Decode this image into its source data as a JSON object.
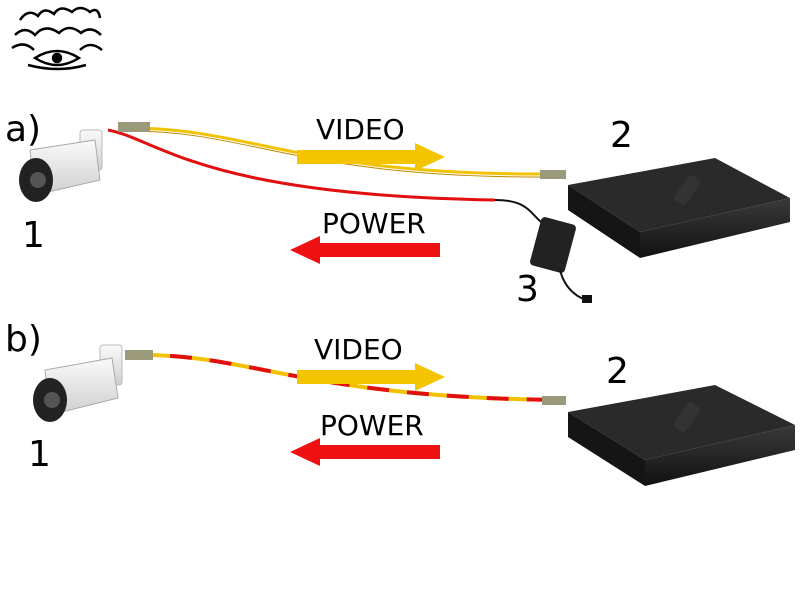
{
  "diagram_a": {
    "label": "a)",
    "camera_number": "1",
    "recorder_number": "2",
    "adapter_number": "3",
    "video_label": "VIDEO",
    "power_label": "POWER"
  },
  "diagram_b": {
    "label": "b)",
    "camera_number": "1",
    "recorder_number": "2",
    "video_label": "VIDEO",
    "power_label": "POWER"
  },
  "colors": {
    "video": "#f5c400",
    "power": "#ee1111",
    "wire_yellow": "#f2c200",
    "wire_red": "#e01010"
  }
}
